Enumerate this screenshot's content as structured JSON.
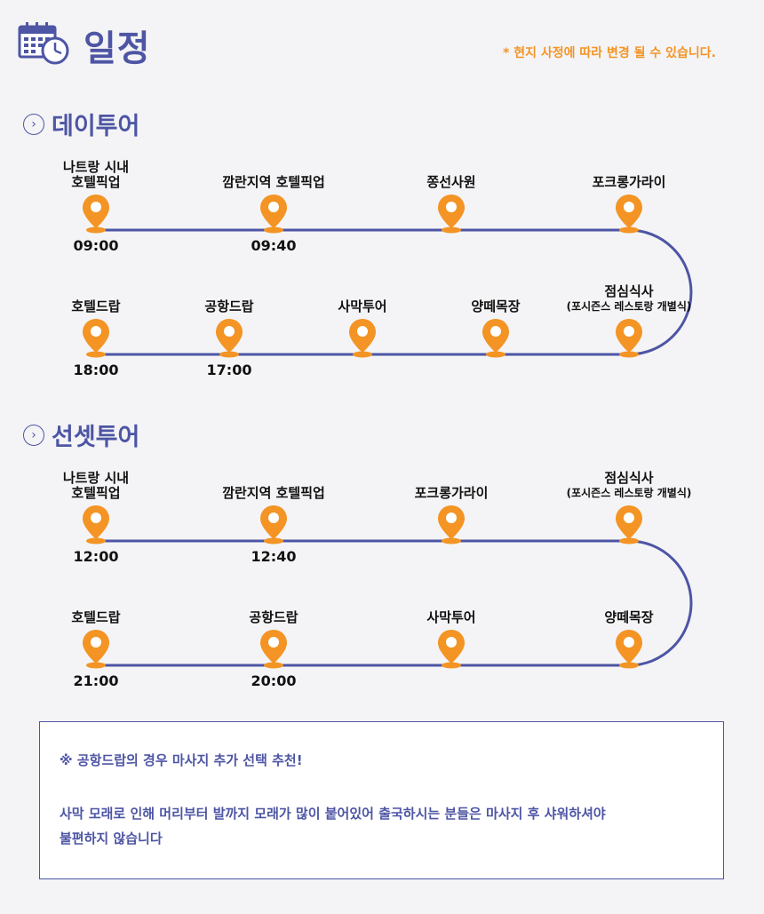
{
  "header": {
    "icon": "calendar-clock-icon",
    "title": "일정",
    "notice": "* 현지 사정에 따라 변경 될 수 있습니다."
  },
  "colors": {
    "accent": "#4d55a4",
    "pin": "#f39424",
    "notice": "#f39424"
  },
  "day_tour": {
    "title": "데이투어",
    "row1": [
      {
        "label": "나트랑 시내\n호텔픽업",
        "time": "09:00"
      },
      {
        "label": "깜란지역 호텔픽업",
        "time": "09:40"
      },
      {
        "label": "쫑선사원",
        "time": ""
      },
      {
        "label": "포크롱가라이",
        "time": ""
      }
    ],
    "row2": [
      {
        "label": "호텔드랍",
        "time": "18:00"
      },
      {
        "label": "공항드랍",
        "time": "17:00"
      },
      {
        "label": "사막투어",
        "time": ""
      },
      {
        "label": "양떼목장",
        "time": ""
      },
      {
        "label": "점심식사",
        "sub": "(포시즌스 레스토랑 개별식)",
        "time": ""
      }
    ]
  },
  "sunset_tour": {
    "title": "선셋투어",
    "row1": [
      {
        "label": "나트랑 시내\n호텔픽업",
        "time": "12:00"
      },
      {
        "label": "깜란지역 호텔픽업",
        "time": "12:40"
      },
      {
        "label": "포크롱가라이",
        "time": ""
      },
      {
        "label": "점심식사",
        "sub": "(포시즌스 레스토랑 개별식)",
        "time": ""
      }
    ],
    "row2": [
      {
        "label": "호텔드랍",
        "time": "21:00"
      },
      {
        "label": "공항드랍",
        "time": "20:00"
      },
      {
        "label": "사막투어",
        "time": ""
      },
      {
        "label": "양떼목장",
        "time": ""
      }
    ]
  },
  "info_box": {
    "line1": "※ 공항드랍의 경우 마사지 추가 선택 추천!",
    "line2": "사막 모래로 인해 머리부터 발까지 모래가 많이 붙어있어 출국하시는 분들은 마사지 후 샤워하셔야",
    "line3": "불편하지 않습니다"
  }
}
